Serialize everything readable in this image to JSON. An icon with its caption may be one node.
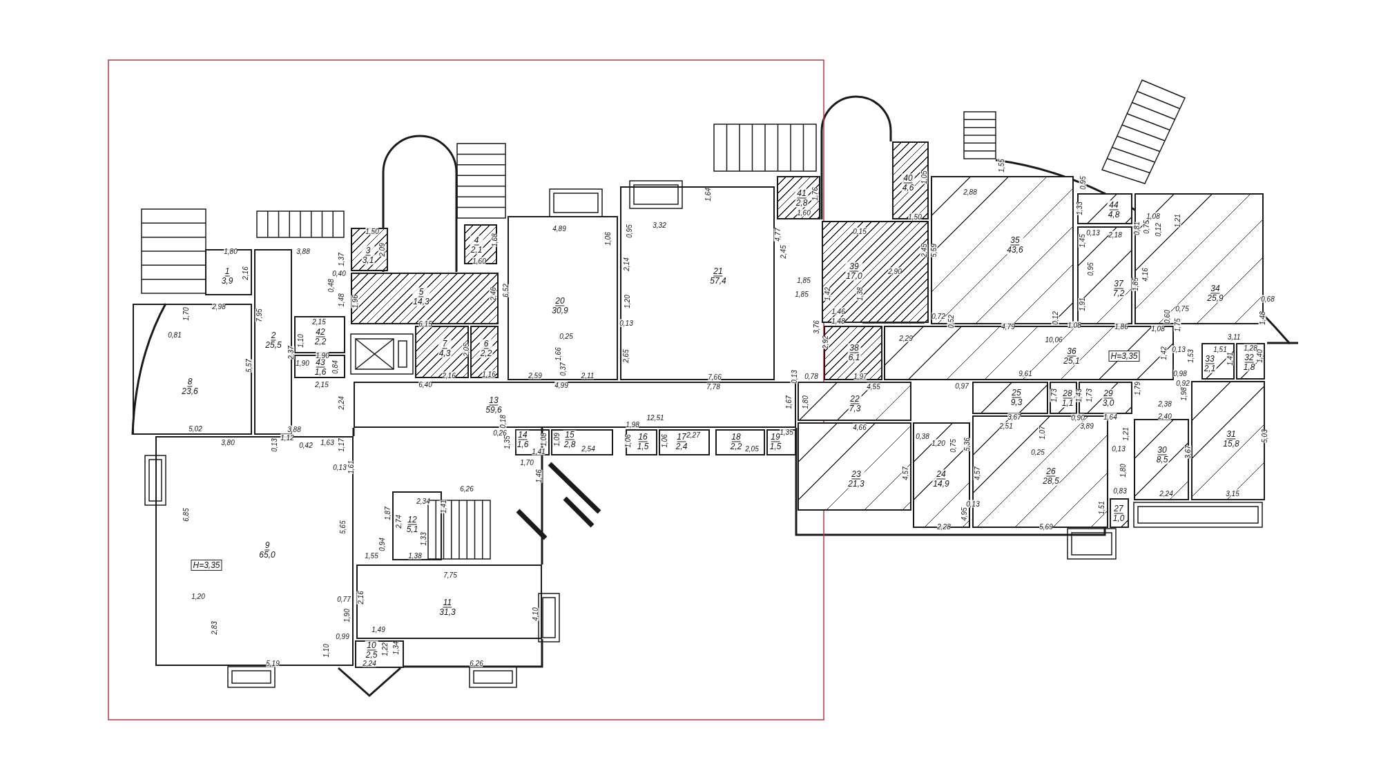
{
  "diagram": {
    "nodes": [
      {
        "text": [
          "1",
          "3,9"
        ]
      },
      {
        "text": [
          "2",
          "25,5"
        ]
      },
      {
        "text": [
          "3",
          "3,1"
        ]
      },
      {
        "text": [
          "4",
          "2,1"
        ]
      },
      {
        "text": [
          "5",
          "14,3"
        ]
      },
      {
        "text": [
          "6",
          "2,2"
        ]
      },
      {
        "text": [
          "7",
          "4,3"
        ]
      },
      {
        "text": [
          "8",
          "23,6"
        ]
      },
      {
        "text": [
          "9",
          "65,0"
        ]
      },
      {
        "text": [
          "10",
          "2,5"
        ]
      },
      {
        "text": [
          "11",
          "31,3"
        ]
      },
      {
        "text": [
          "12",
          "5,1"
        ]
      },
      {
        "text": [
          "13",
          "59,6"
        ]
      },
      {
        "text": [
          "14",
          "1,6"
        ]
      },
      {
        "text": [
          "15",
          "2,8"
        ]
      },
      {
        "text": [
          "16",
          "1,5"
        ]
      },
      {
        "text": [
          "17",
          "2,4"
        ]
      },
      {
        "text": [
          "18",
          "2,2"
        ]
      },
      {
        "text": [
          "19",
          "1,5"
        ]
      },
      {
        "text": [
          "20",
          "30,9"
        ]
      },
      {
        "text": [
          "21",
          "57,4"
        ]
      },
      {
        "text": [
          "22",
          "7,3"
        ]
      },
      {
        "text": [
          "23",
          "21,3"
        ]
      },
      {
        "text": [
          "24",
          "14,9"
        ]
      },
      {
        "text": [
          "25",
          "9,3"
        ]
      },
      {
        "text": [
          "26",
          "28,5"
        ]
      },
      {
        "text": [
          "27",
          "1,0"
        ]
      },
      {
        "text": [
          "28",
          "1,1"
        ]
      },
      {
        "text": [
          "29",
          "3,0"
        ]
      },
      {
        "text": [
          "30",
          "8,5"
        ]
      },
      {
        "text": [
          "31",
          "15,8"
        ]
      },
      {
        "text": [
          "32",
          "1,8"
        ]
      },
      {
        "text": [
          "33",
          "2,1"
        ]
      },
      {
        "text": [
          "34",
          "25,9"
        ]
      },
      {
        "text": [
          "35",
          "43,6"
        ]
      },
      {
        "text": [
          "36",
          "25,1"
        ]
      },
      {
        "text": [
          "37",
          "7,2"
        ]
      },
      {
        "text": [
          "38",
          "6,1"
        ]
      },
      {
        "text": [
          "39",
          "17,0"
        ]
      },
      {
        "text": [
          "40",
          "4,6"
        ]
      },
      {
        "text": [
          "41",
          "2,8"
        ]
      },
      {
        "text": [
          "42",
          "2,2"
        ]
      },
      {
        "text": [
          "43",
          "1,6"
        ]
      },
      {
        "text": [
          "44",
          "4,8"
        ]
      }
    ],
    "labels": [
      "1,80",
      "3,88",
      "2,16",
      "1,37",
      "0,40",
      "0,48",
      "1,48",
      "2,98",
      "1,70",
      "0,81",
      "7,95",
      "2,15",
      "1,10",
      "2,37",
      "1,90",
      "1,90",
      "0,84",
      "2,15",
      "5,57",
      "1,50",
      "2,09",
      "1,68",
      "1,60",
      "2,46",
      "6,52",
      "1,96",
      "6,15",
      "2,05",
      "2,16",
      "1,16",
      "6,40",
      "2,24",
      "4,89",
      "1,06",
      "0,95",
      "3,32",
      "1,64",
      "2,14",
      "1,20",
      "0,13",
      "2,65",
      "0,25",
      "1,66",
      "0,37",
      "2,59",
      "2,11",
      "4,99",
      "7,66",
      "7,78",
      "0,13",
      "0,78",
      "4,77",
      "1,76",
      "1,60",
      "2,45",
      "1,85",
      "1,85",
      "3,76",
      "2,92",
      "1,42",
      "1,46",
      "1,48",
      "1,38",
      "0,15",
      "1,97",
      "1,67",
      "1,80",
      "1,05",
      "1,50",
      "2,88",
      "1,55",
      "2,45",
      "5,59",
      "2,90",
      "0,72",
      "0,52",
      "2,29",
      "0,95",
      "1,33",
      "1,45",
      "0,13",
      "2,18",
      "0,81",
      "0,75",
      "1,08",
      "0,12",
      "1,21",
      "0,95",
      "1,85",
      "4,16",
      "1,91",
      "0,68",
      "1,48",
      "4,79",
      "0,12",
      "1,08",
      "10,06",
      "1,86",
      "1,08",
      "0,60",
      "0,75",
      "1,75",
      "3,11",
      "1,42",
      "0,13",
      "1,53",
      "1,51",
      "1,41",
      "1,28",
      "1,40",
      "9,61",
      "0,98",
      "0,97",
      "1,73",
      "1,43",
      "1,73",
      "0,92",
      "1,79",
      "1,98",
      "2,38",
      "3,67",
      "0,90",
      "1,64",
      "2,40",
      "2,51",
      "3,89",
      "1,07",
      "0,25",
      "1,21",
      "0,13",
      "1,80",
      "0,83",
      "1,51",
      "2,24",
      "3,15",
      "3,67",
      "5,03",
      "0,38",
      "1,20",
      "0,75",
      "5,36",
      "4,57",
      "4,57",
      "0,13",
      "4,95",
      "2,28",
      "5,69",
      "12,51",
      "0,18",
      "0,26",
      "1,35",
      "1,41",
      "1,08",
      "1,09",
      "2,54",
      "1,98",
      "1,06",
      "1,06",
      "2,27",
      "2,05",
      "1,35",
      "1,70",
      "1,46",
      "4,66",
      "4,55",
      "5,02",
      "3,80",
      "3,88",
      "0,13",
      "1,12",
      "0,42",
      "1,63",
      "1,17",
      "0,13",
      "1,61",
      "6,85",
      "5,65",
      "H=3,35",
      "1,20",
      "2,83",
      "0,77",
      "2,16",
      "1,90",
      "1,10",
      "0,99",
      "1,49",
      "1,22",
      "1,34",
      "5,19",
      "2,24",
      "6,26",
      "7,75",
      "4,10",
      "1,55",
      "0,94",
      "1,38",
      "1,87",
      "2,74",
      "1,33",
      "2,34",
      "1,41",
      "6,26",
      "H=3,35"
    ]
  }
}
